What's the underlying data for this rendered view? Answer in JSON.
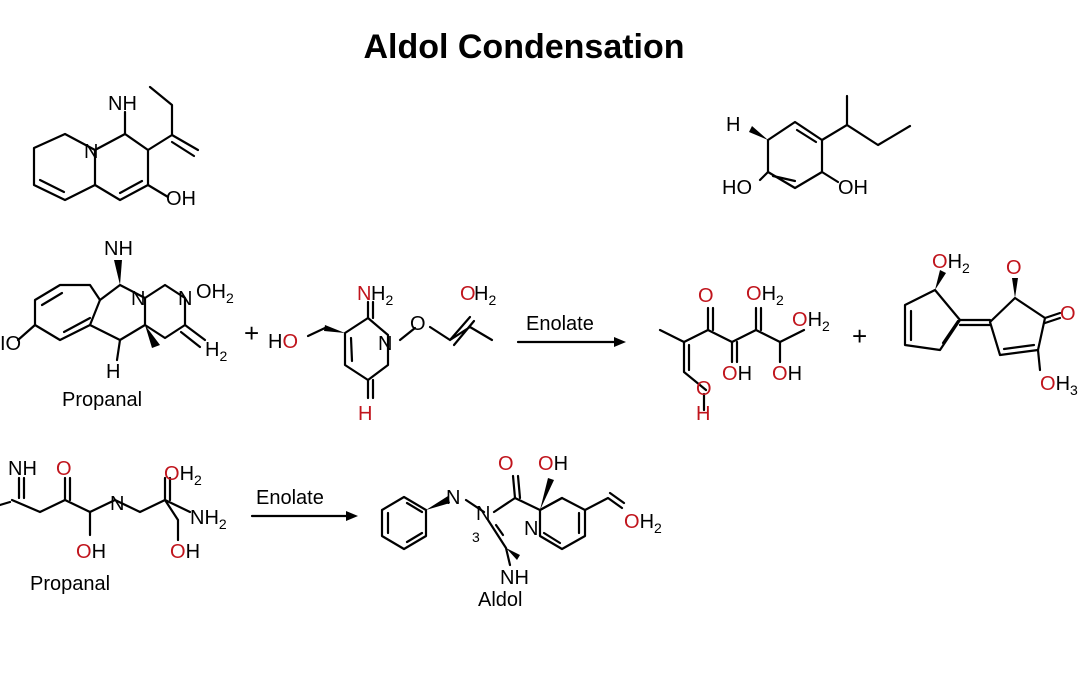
{
  "title": "Aldol Condensation",
  "labels": {
    "reactant1": "Propanal",
    "reactant2": "Propanal",
    "product": "Aldol"
  },
  "arrows": {
    "arrow1": "Enolate",
    "arrow2": "Enolate"
  },
  "plus": "+",
  "atoms": {
    "nh": "NH",
    "n": "N",
    "oh": "OH",
    "ho": "HO",
    "h": "H",
    "o": "O",
    "ho_trunc": "IO",
    "oh3": "OH",
    "sub2": "2",
    "sub3": "3",
    "locant3": "3"
  },
  "colors": {
    "heteroatom_red": "#c0141c",
    "bond": "#000000"
  }
}
